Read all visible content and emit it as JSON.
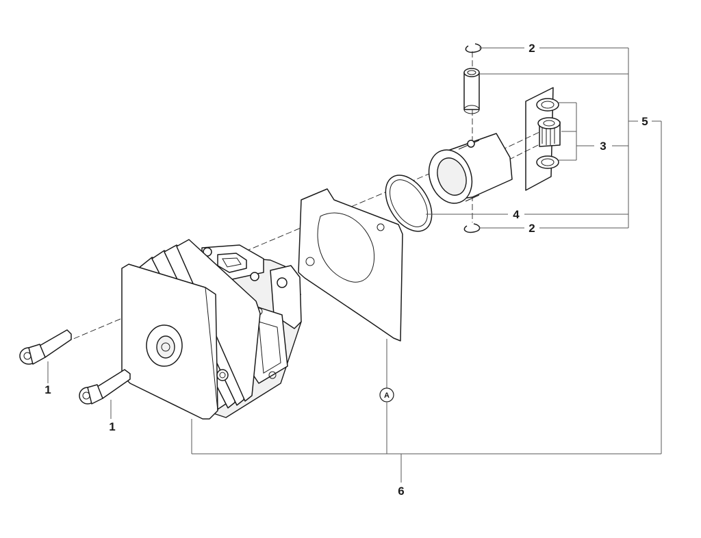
{
  "labels": {
    "bolt_upper": "1",
    "bolt_lower": "1",
    "circlip_top": "2",
    "circlip_bottom": "2",
    "bearing_kit": "3",
    "piston_ring": "4",
    "piston_assembly": "5",
    "cylinder_assembly": "6",
    "reference_a": "A"
  }
}
